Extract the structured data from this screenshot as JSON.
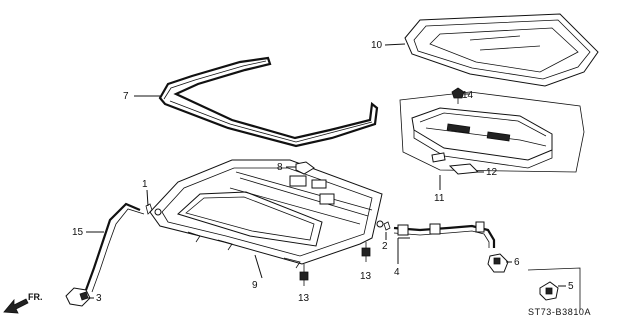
{
  "diagram": {
    "callouts": {
      "c1": "1",
      "c2": "2",
      "c3": "3",
      "c4": "4",
      "c5": "5",
      "c6": "6",
      "c7": "7",
      "c8": "8",
      "c9": "9",
      "c10": "10",
      "c11": "11",
      "c12": "12",
      "c13a": "13",
      "c13b": "13",
      "c14": "14",
      "c15": "15"
    },
    "direction_label": "FR.",
    "diagram_code": "ST73-B3810A",
    "colors": {
      "line": "#111111",
      "background": "#ffffff"
    }
  }
}
